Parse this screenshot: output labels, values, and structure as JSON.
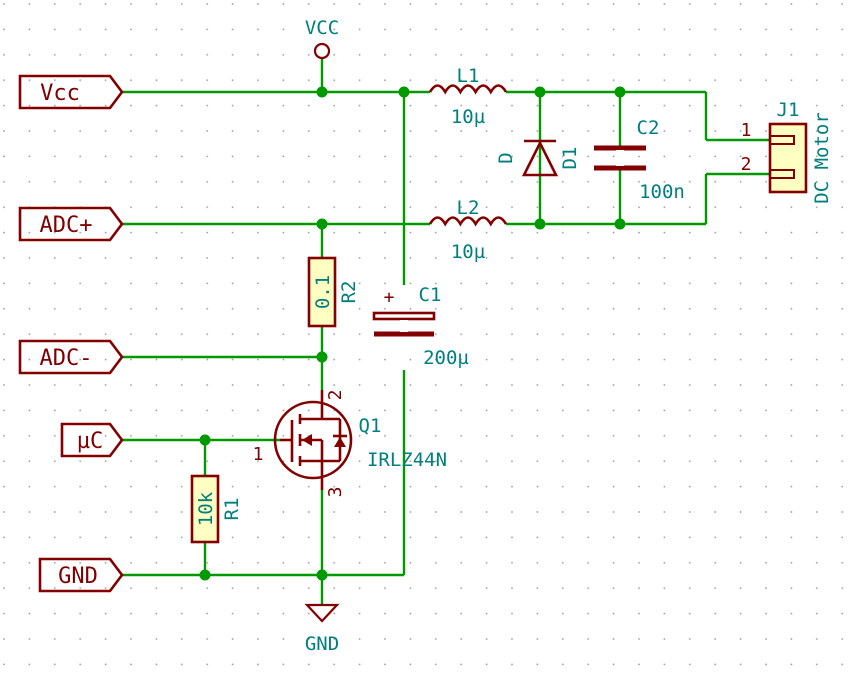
{
  "ports": {
    "vcc": "Vcc",
    "adc_plus": "ADC+",
    "adc_minus": "ADC-",
    "uc": "µC",
    "gnd": "GND"
  },
  "power": {
    "vcc": "VCC",
    "gnd": "GND"
  },
  "components": {
    "l1": {
      "ref": "L1",
      "value": "10µ"
    },
    "l2": {
      "ref": "L2",
      "value": "10µ"
    },
    "d1": {
      "ref": "D1",
      "value": "D"
    },
    "c2": {
      "ref": "C2",
      "value": "100n"
    },
    "c1": {
      "ref": "C1",
      "value": "200µ",
      "polarity": "+"
    },
    "r2": {
      "ref": "R2",
      "value": "0.1"
    },
    "r1": {
      "ref": "R1",
      "value": "10k"
    },
    "q1": {
      "ref": "Q1",
      "value": "IRLZ44N",
      "pins": [
        "1",
        "2",
        "3"
      ]
    },
    "j1": {
      "ref": "J1",
      "value": "DC Motor",
      "pins": [
        "1",
        "2"
      ]
    }
  },
  "colors": {
    "wire": "#009900",
    "component": "#840000",
    "label": "#007f7f",
    "body_fill": "#ffffc2"
  }
}
